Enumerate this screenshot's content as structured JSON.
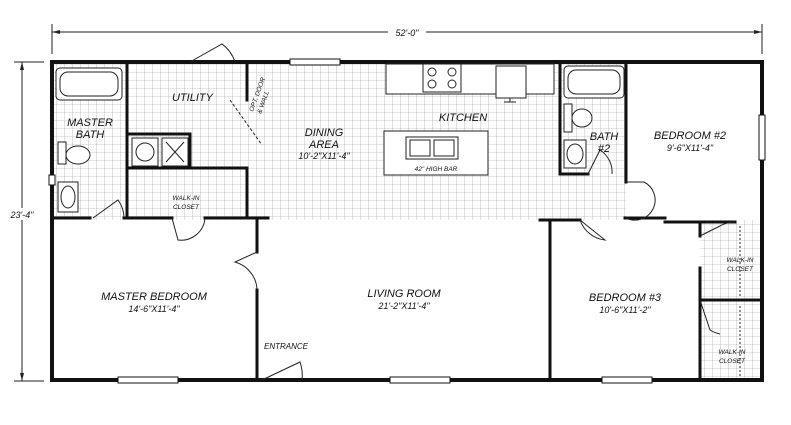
{
  "plan": {
    "overall_width": "52'-0\"",
    "overall_depth": "23'-4\"",
    "rooms": {
      "utility": "UTILITY",
      "master_bath_line1": "MASTER",
      "master_bath_line2": "BATH",
      "dining_line1": "DINING",
      "dining_line2": "AREA",
      "dining_dim": "10'-2\"X11'-4\"",
      "kitchen": "KITCHEN",
      "high_bar": "42\" HIGH BAR",
      "bath2_line1": "BATH",
      "bath2_line2": "#2",
      "bedroom2": "BEDROOM #2",
      "bedroom2_dim": "9'-6\"X11'-4\"",
      "walkin_closet_line1": "WALK-IN",
      "walkin_closet_line2": "CLOSET",
      "master_bedroom": "MASTER BEDROOM",
      "master_bedroom_dim": "14'-6\"X11'-4\"",
      "living_room": "LIVING ROOM",
      "living_room_dim": "21'-2\"X11'-4\"",
      "bedroom3": "BEDROOM #3",
      "bedroom3_dim": "10'-6\"X11'-2\"",
      "entrance": "ENTRANCE",
      "opt_door_line1": "OPT. DOOR",
      "opt_door_line2": "& WALL"
    }
  }
}
